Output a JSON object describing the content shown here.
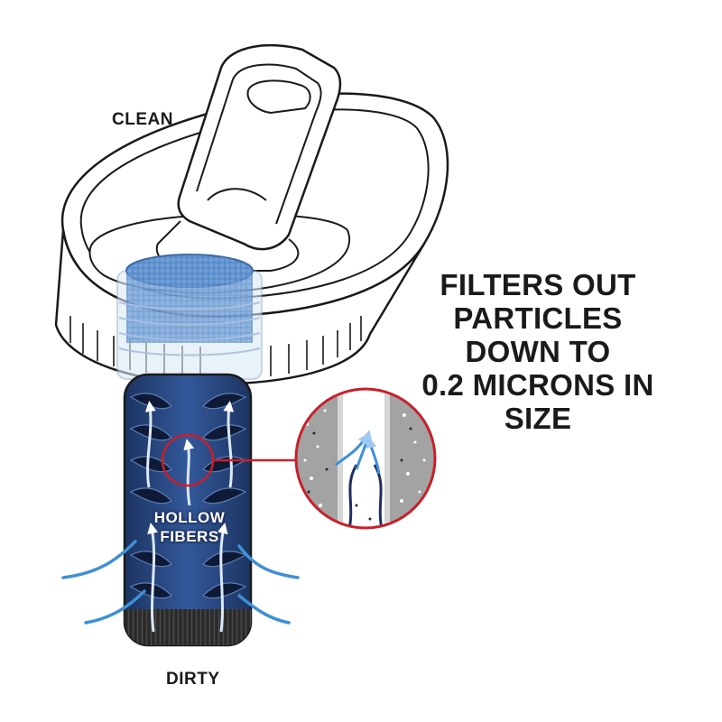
{
  "labels": {
    "clean": "CLEAN",
    "dirty": "DIRTY",
    "hollow_fibers_line1": "HOLLOW",
    "hollow_fibers_line2": "FIBERS"
  },
  "headline": {
    "line1": "FILTERS OUT",
    "line2": "PARTICLES DOWN TO",
    "line3": "0.2 MICRONS IN SIZE"
  },
  "colors": {
    "outline": "#1a1a1a",
    "water_blue": "#3f8fd6",
    "filter_blue": "#27457f",
    "fiber_dark": "#1e2f5c",
    "magnify_red": "#c8202a",
    "particle_gray": "#8a8a8a"
  }
}
